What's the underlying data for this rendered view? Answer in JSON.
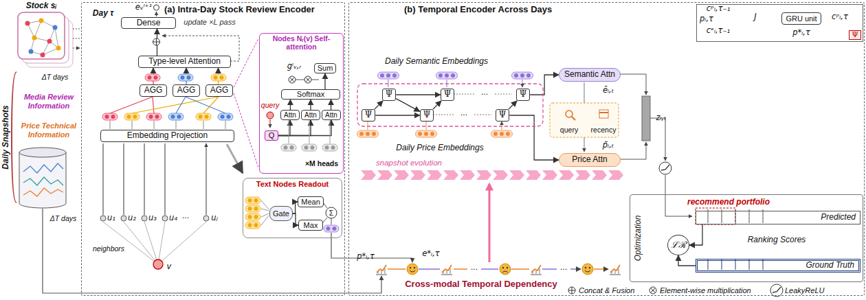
{
  "diagram": {
    "nodes": [
      {
        "text": [
          "(a) Intra-Day Stock Review Encoder"
        ]
      },
      {
        "text": [
          "Dense"
        ],
        "in": 0
      },
      {
        "text": [
          "Type-level Attention"
        ],
        "in": 0
      },
      {
        "text": [
          "AGG"
        ],
        "in": 0
      },
      {
        "text": [
          "AGG"
        ],
        "in": 0
      },
      {
        "text": [
          "AGG"
        ],
        "in": 0
      },
      {
        "text": [
          "Embedding Projection"
        ],
        "in": 0
      },
      {
        "text": [
          "Nodes Nᵣ(v) Self-attention"
        ],
        "in": 0
      },
      {
        "text": [
          "Sum"
        ],
        "in": 7
      },
      {
        "text": [
          "Softmax"
        ],
        "in": 7
      },
      {
        "text": [
          "Attn"
        ],
        "in": 7
      },
      {
        "text": [
          "Attn"
        ],
        "in": 7
      },
      {
        "text": [
          "Attn"
        ],
        "in": 7
      },
      {
        "text": [
          "Q"
        ],
        "in": 7
      },
      {
        "text": [
          "Text Nodes Readout"
        ],
        "in": 0
      },
      {
        "text": [
          "Gate"
        ],
        "in": 14
      },
      {
        "text": [
          "Mean"
        ],
        "in": 14
      },
      {
        "text": [
          "Max"
        ],
        "in": 14
      },
      {
        "text": [
          "(b) Temporal Encoder Across Days"
        ]
      },
      {
        "text": [
          "Ψ"
        ],
        "in": 18
      },
      {
        "text": [
          "GRU unit"
        ],
        "in": 19
      },
      {
        "text": [
          "Ψ"
        ],
        "in": 18
      },
      {
        "text": [
          "Ψ"
        ],
        "in": 18
      },
      {
        "text": [
          "Ψ"
        ],
        "in": 18
      },
      {
        "text": [
          "Ψ"
        ],
        "in": 18
      },
      {
        "text": [
          "Ψ"
        ],
        "in": 18
      },
      {
        "text": [
          "Ψ"
        ],
        "in": 18
      },
      {
        "text": [
          "Semantic Attn"
        ],
        "in": 18
      },
      {
        "text": [
          "Price Attn"
        ],
        "in": 18
      },
      {
        "text": [
          "Optimization"
        ],
        "in": 18
      },
      {
        "text": [
          "Predicted"
        ],
        "in": 29
      },
      {
        "text": [
          "ℒℛ"
        ],
        "in": 29
      },
      {
        "text": [
          "Ground Truth"
        ],
        "in": 29
      }
    ],
    "edges": [
      {
        "from": 2,
        "to": 1,
        "arrow": "to"
      },
      {
        "from": 3,
        "to": 2,
        "arrow": "to"
      },
      {
        "from": 4,
        "to": 2,
        "arrow": "to"
      },
      {
        "from": 5,
        "to": 2,
        "arrow": "to"
      },
      {
        "from": 10,
        "to": 9,
        "arrow": "to"
      },
      {
        "from": 11,
        "to": 9,
        "arrow": "to"
      },
      {
        "from": 12,
        "to": 9,
        "arrow": "to"
      },
      {
        "from": 9,
        "to": 8,
        "arrow": "to"
      },
      {
        "from": 13,
        "to": 10,
        "arrow": "to"
      },
      {
        "from": 13,
        "to": 11,
        "arrow": "to"
      },
      {
        "from": 13,
        "to": 12,
        "arrow": "to"
      },
      {
        "from": 15,
        "to": 16,
        "arrow": "to"
      },
      {
        "from": 15,
        "to": 17,
        "arrow": "to"
      },
      {
        "from": 22,
        "to": 21,
        "arrow": "to"
      },
      {
        "from": 22,
        "to": 24,
        "arrow": "to"
      },
      {
        "from": 21,
        "to": 23,
        "arrow": "to"
      },
      {
        "from": 21,
        "to": 24,
        "arrow": "to"
      },
      {
        "from": 24,
        "to": 23,
        "arrow": "to"
      },
      {
        "from": 26,
        "to": 25,
        "arrow": "to"
      },
      {
        "from": 25,
        "to": 27,
        "arrow": "to"
      },
      {
        "from": 26,
        "to": 28,
        "arrow": "to"
      },
      {
        "from": 30,
        "to": 31,
        "arrow": "to"
      },
      {
        "from": 32,
        "to": 31,
        "arrow": "to"
      }
    ],
    "labels": [
      "Stock sᵢ",
      "ΔT days",
      "Media Review Information",
      "Price Technical Information",
      "ΔT days",
      "Daily Snapshots",
      "Day τ",
      "eᵥˡ⁺¹",
      "update ×L pass",
      "u₁",
      "u₂",
      "u₃",
      "u₄",
      "...",
      "uⱼ",
      "neighbors",
      "v",
      "gˡᵥ,ᵣ",
      "query",
      "×M heads",
      "Σ",
      "Daily Semantic Embeddings",
      "Daily Price Embeddings",
      "...",
      "...",
      "snapshot evolution",
      "ēᵢ,ₜ",
      "query",
      "recency",
      "p̄ᵢ,ₜ",
      "zᵢ,ₜ",
      "cᵖᵢ,τ₋₁",
      "pᵢ,τ",
      "cᵉᵢ,τ₋₁",
      "J",
      "cᵖᵢ,τ",
      "p*ᵢ,τ",
      "recommend portfolio",
      "Ranking Scores",
      "p*ᵢ,τ",
      "e*ᵢ,τ",
      "...",
      "...",
      "Cross-modal Temporal Dependency"
    ],
    "legend": [
      {
        "text": "Concat & Fusion"
      },
      {
        "text": "Element-wise multiplication"
      },
      {
        "text": "LeakyReLU"
      }
    ]
  }
}
